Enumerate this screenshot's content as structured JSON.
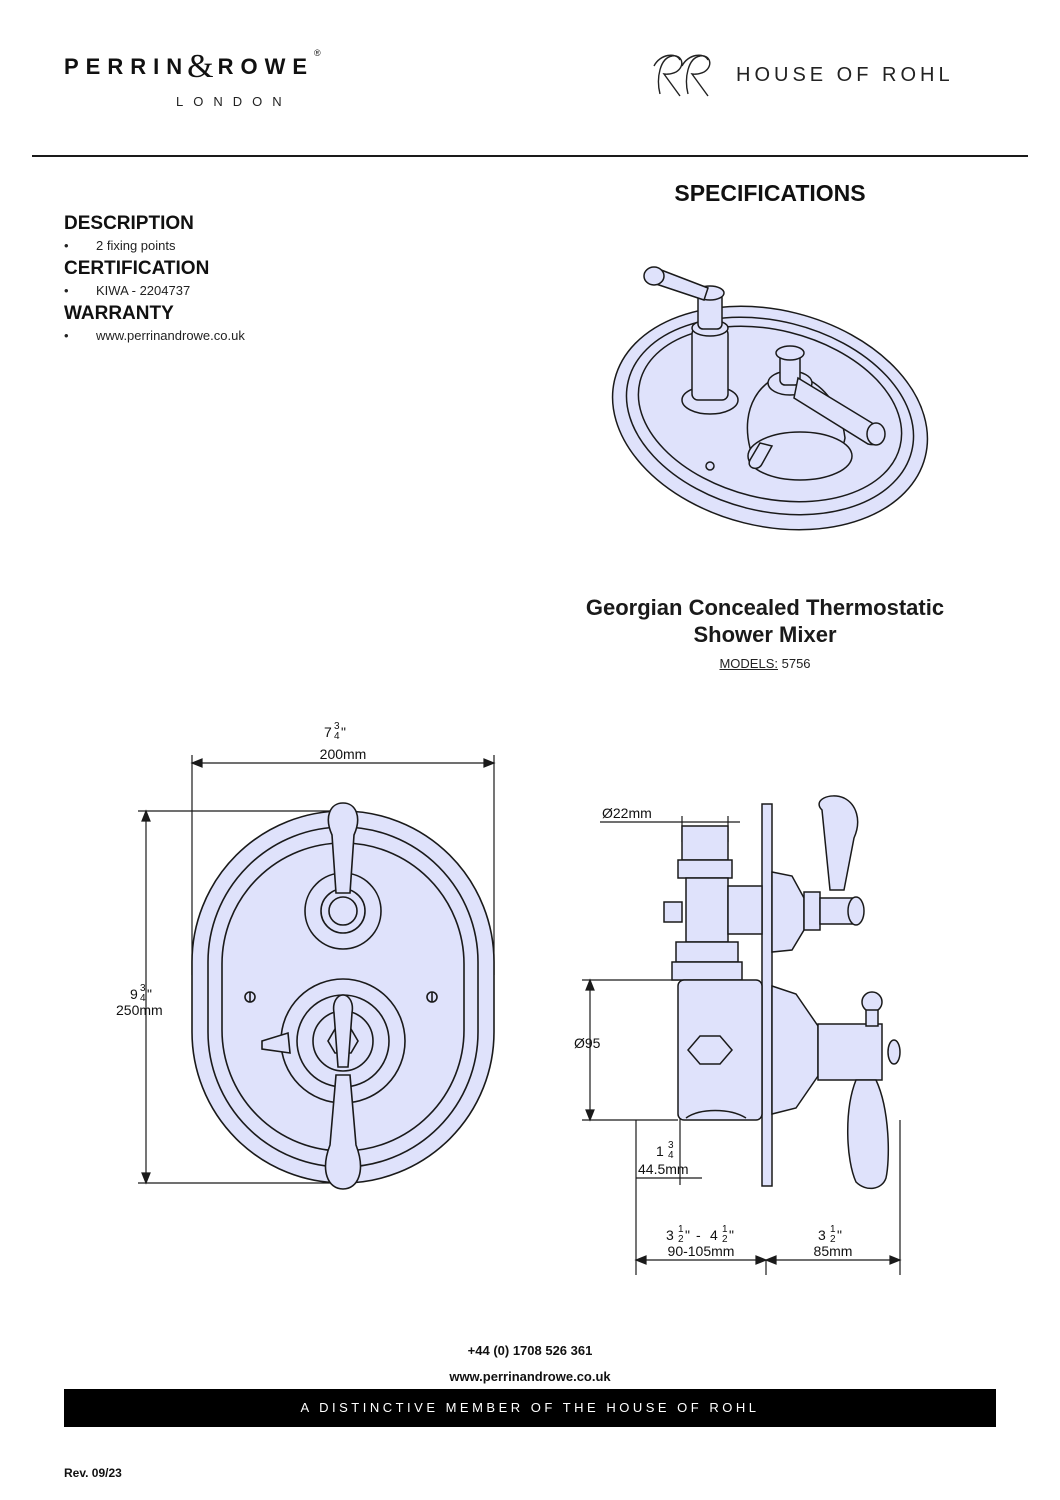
{
  "header": {
    "brand_left": {
      "word1": "PERRIN",
      "amp": "&",
      "word2": "ROWE",
      "registered": "®",
      "sub": "LONDON"
    },
    "brand_right": {
      "monogram": "RR",
      "text": "HOUSE OF ROHL"
    }
  },
  "sections": {
    "description": {
      "title": "DESCRIPTION",
      "items": [
        "2 fixing points"
      ]
    },
    "certification": {
      "title": "CERTIFICATION",
      "items": [
        "KIWA - 2204737"
      ]
    },
    "warranty": {
      "title": "WARRANTY",
      "items": [
        "www.perrinandrowe.co.uk"
      ]
    }
  },
  "bullet_symbol": "•",
  "specifications_title": "SPECIFICATIONS",
  "product": {
    "title_line1": "Georgian Concealed Thermostatic",
    "title_line2": "Shower Mixer",
    "models_label": "MODELS:",
    "models_value": "5756"
  },
  "dimensions": {
    "width_in_whole": "7",
    "width_in_num": "3",
    "width_in_den": "4",
    "width_mm": "200mm",
    "height_in_whole": "9",
    "height_in_num": "3",
    "height_in_den": "4",
    "height_mm": "250mm",
    "pipe": "Ø22mm",
    "body": "Ø95",
    "depth1_in_whole": "1",
    "depth1_in_num": "3",
    "depth1_in_den": "4",
    "depth1_mm": "44.5mm",
    "depth2_a_whole": "3",
    "depth2_a_num": "1",
    "depth2_a_den": "2",
    "depth2_b_whole": "4",
    "depth2_b_num": "1",
    "depth2_b_den": "2",
    "depth2_mm": "90-105mm",
    "depth3_whole": "3",
    "depth3_num": "1",
    "depth3_den": "2",
    "depth3_mm": "85mm",
    "inch_mark": "\"",
    "range_dash": "-"
  },
  "footer": {
    "phone": "+44 (0) 1708 526 361",
    "website": "www.perrinandrowe.co.uk",
    "tagline": "A DISTINCTIVE MEMBER OF THE HOUSE OF ROHL",
    "revision": "Rev. 09/23"
  },
  "colors": {
    "drawing_fill": "#dfe2fb",
    "drawing_stroke": "#1a1a1a",
    "bar": "#000000"
  }
}
